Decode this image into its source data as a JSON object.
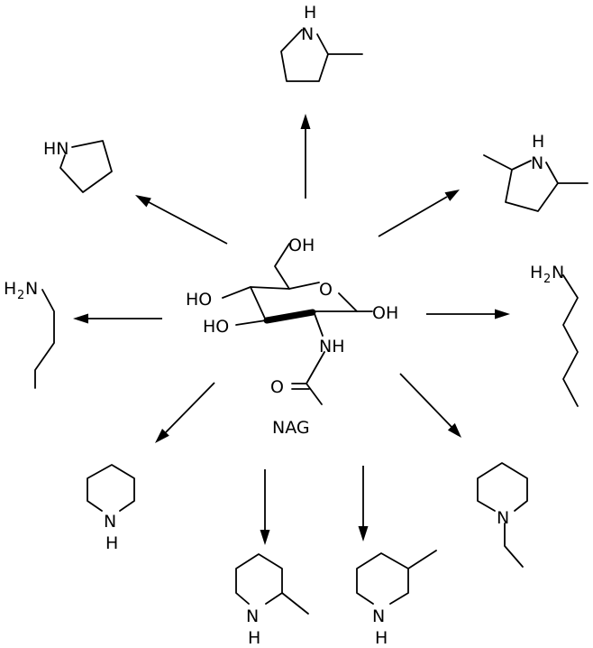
{
  "center_molecule": {
    "name": "NAG",
    "labels": {
      "oh_top": "OH",
      "ring_o": "O",
      "oh_right": "OH",
      "ho_left": "HO",
      "ho_lower": "HO",
      "nh": "NH",
      "carbonyl_o": "O"
    }
  },
  "products": {
    "pyrrolidine": {
      "nh": "HN"
    },
    "methylpyrrolidine_2": {
      "nh": "N",
      "h": "H"
    },
    "dimethylpyrrolidine_2_5": {
      "nh": "N",
      "h": "H"
    },
    "butylamine": {
      "h2": "H",
      "sub2": "2",
      "n": "N"
    },
    "pentylamine": {
      "h2": "H",
      "sub2": "2",
      "n": "N"
    },
    "piperidine": {
      "n": "N",
      "h": "H"
    },
    "methylpiperidine_2": {
      "n": "N",
      "h": "H"
    },
    "methylpiperidine_3": {
      "n": "N",
      "h": "H"
    },
    "ethylpiperidine_n": {
      "n": "N"
    }
  },
  "colors": {
    "ink": "#000000",
    "background": "#ffffff"
  }
}
